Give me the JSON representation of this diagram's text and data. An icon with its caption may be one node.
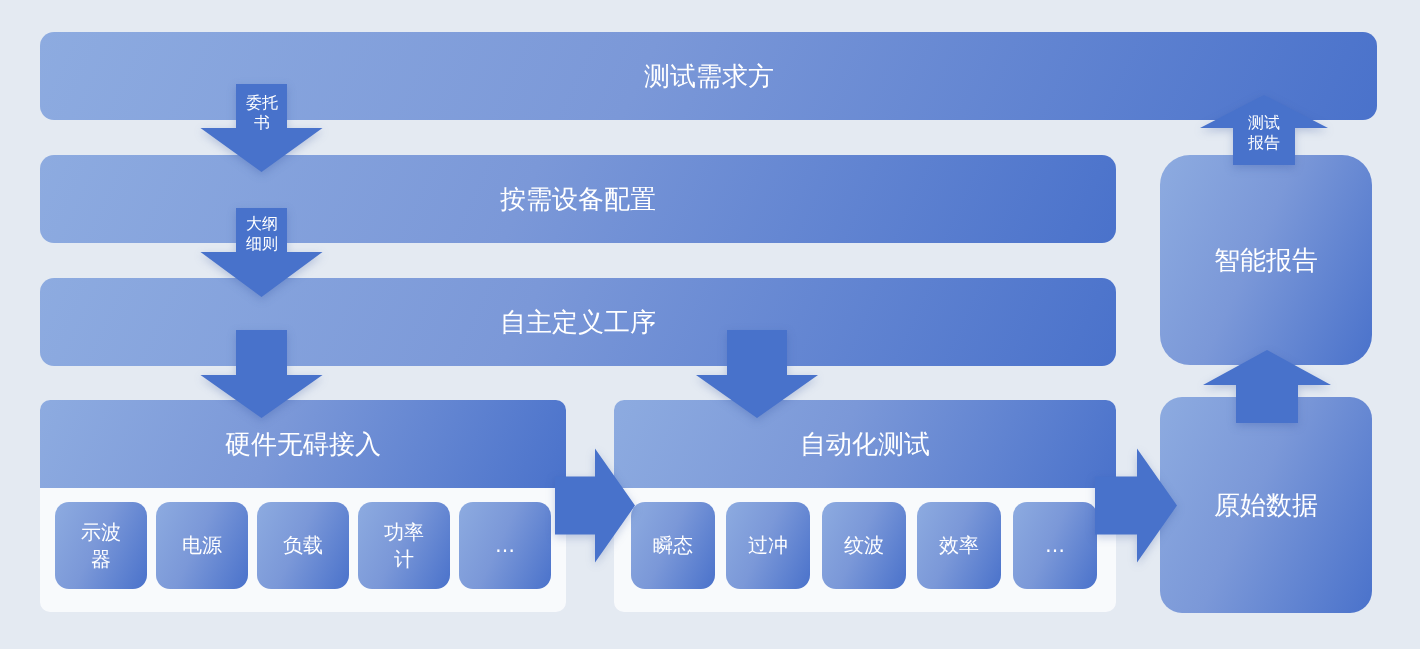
{
  "diagram": {
    "nodes": [
      {
        "text": [
          "测试需求方"
        ]
      },
      {
        "text": [
          "按需设备配置"
        ]
      },
      {
        "text": [
          "自主定义工序"
        ]
      },
      {
        "text": [
          "硬件无碍接入"
        ]
      },
      {
        "text": [
          "示波器"
        ],
        "in": 3
      },
      {
        "text": [
          "电源"
        ],
        "in": 3
      },
      {
        "text": [
          "负载"
        ],
        "in": 3
      },
      {
        "text": [
          "功率计"
        ],
        "in": 3
      },
      {
        "text": [
          "…"
        ],
        "in": 3
      },
      {
        "text": [
          "自动化测试"
        ]
      },
      {
        "text": [
          "瞬态"
        ],
        "in": 9
      },
      {
        "text": [
          "过冲"
        ],
        "in": 9
      },
      {
        "text": [
          "纹波"
        ],
        "in": 9
      },
      {
        "text": [
          "效率"
        ],
        "in": 9
      },
      {
        "text": [
          "…"
        ],
        "in": 9
      },
      {
        "text": [
          "智能报告"
        ]
      },
      {
        "text": [
          "原始数据"
        ]
      }
    ],
    "edges": [
      {
        "from": 0,
        "to": 1,
        "arrow": "to",
        "label": "委托书"
      },
      {
        "from": 1,
        "to": 2,
        "arrow": "to",
        "label": "大纲细则"
      },
      {
        "from": 2,
        "to": 3,
        "arrow": "to"
      },
      {
        "from": 2,
        "to": 9,
        "arrow": "to"
      },
      {
        "from": 3,
        "to": 9,
        "arrow": "to"
      },
      {
        "from": 9,
        "to": 16,
        "arrow": "to"
      },
      {
        "from": 16,
        "to": 15,
        "arrow": "to"
      },
      {
        "from": 15,
        "to": 0,
        "arrow": "to",
        "label": "测试报告"
      }
    ]
  }
}
